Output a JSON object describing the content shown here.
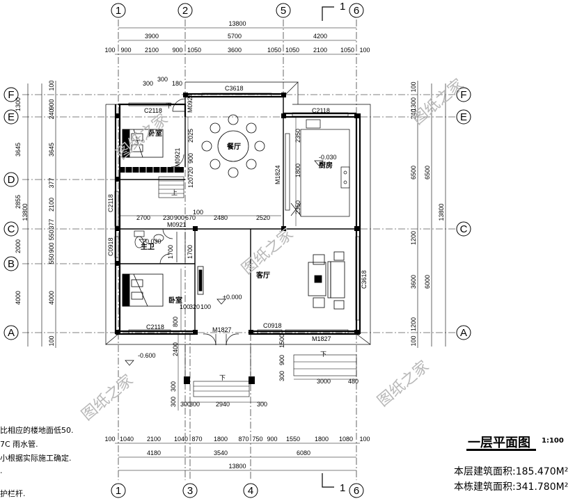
{
  "axes_top": [
    "1",
    "2",
    "5",
    "6"
  ],
  "axes_bottom": [
    "1",
    "3",
    "4",
    "6"
  ],
  "axes_side": [
    "F",
    "E",
    "D",
    "C",
    "B",
    "A"
  ],
  "section_marks": [
    "1",
    "1"
  ],
  "dims_top_overall": "13800",
  "dims_top_mid": [
    "3900",
    "5700",
    "4200"
  ],
  "dims_top_detail": [
    "100",
    "900",
    "2100",
    "900",
    "1050",
    "3600",
    "1050",
    "1050",
    "2100",
    "1050",
    "100"
  ],
  "dims_bottom_detail": [
    "100",
    "1040",
    "2100",
    "1040",
    "870",
    "1800",
    "870",
    "750",
    "900",
    "1550",
    "1800",
    "1080",
    "100"
  ],
  "dims_bottom_mid": [
    "4180",
    "3540",
    "6080"
  ],
  "dims_bottom_overall": "13800",
  "dims_left_outer": [
    "1300",
    "3645",
    "2855",
    "2000",
    "4000",
    "13800"
  ],
  "dims_left_inner": [
    "100",
    "900",
    "240",
    "3645",
    "377",
    "2100",
    "377",
    "550",
    "900",
    "550",
    "4000",
    "100"
  ],
  "dims_right_inner": [
    "100",
    "1300",
    "240",
    "6500",
    "1200",
    "3600",
    "1200",
    "100"
  ],
  "dims_right_outer": [
    "6500",
    "6000",
    "13800"
  ],
  "interior_dims": [
    "300",
    "300",
    "180",
    "2025",
    "900",
    "720",
    "120",
    "2700",
    "230",
    "900",
    "670",
    "100",
    "2480",
    "2520",
    "2350",
    "1800",
    "2350",
    "1700",
    "1700",
    "100",
    "320",
    "100",
    "800",
    "2400",
    "1500",
    "900",
    "300",
    "300",
    "300",
    "2940",
    "300",
    "3000",
    "480",
    "300",
    "300"
  ],
  "openings": [
    "C3618",
    "C2118",
    "M0924",
    "C2118",
    "M1824",
    "C2118",
    "M0921",
    "M0921",
    "C0918",
    "C3618",
    "C2118",
    "M1827",
    "C0918",
    "M1827"
  ],
  "rooms": {
    "bedroom_upper": "卧室",
    "dining": "餐厅",
    "kitchen": "厨房",
    "bath": "主卫",
    "living": "客厅",
    "bedroom_lower": "卧室"
  },
  "level_marks": [
    "-0.030",
    "-0.030",
    "±0.000",
    "-0.600"
  ],
  "stair_labels": [
    "上",
    "下",
    "下",
    "下"
  ],
  "watermark": "图纸之家",
  "title": "一层平面图",
  "scale": "1:100",
  "area_floor_label": "本层建筑面积:",
  "area_floor_value": "185.470M²",
  "area_total_label": "本栋建筑面积:",
  "area_total_value": "341.780M²",
  "notes_left": [
    "比相应的楼地面低50.",
    "7C 雨水管.",
    "小根据实际施工确定.",
    ".",
    "护栏杆."
  ]
}
